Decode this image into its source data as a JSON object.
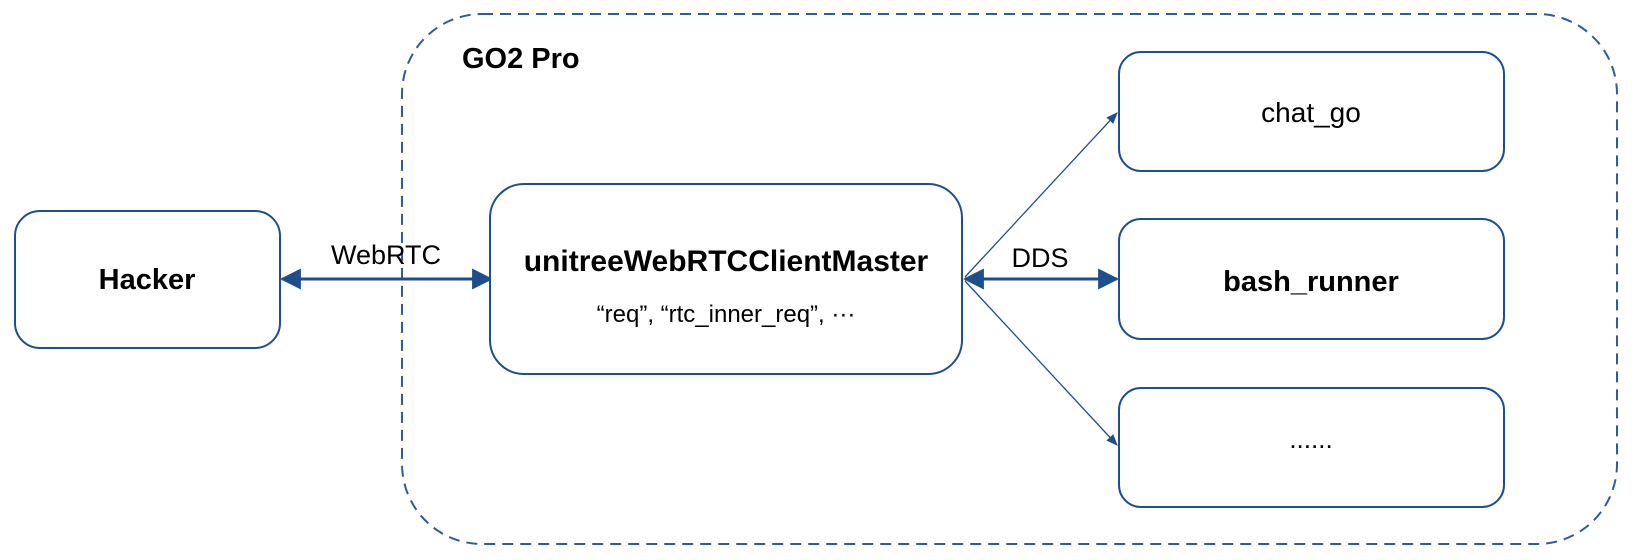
{
  "group": {
    "title": "GO2 Pro"
  },
  "nodes": {
    "hacker": "Hacker",
    "master": {
      "title": "unitreeWebRTCClientMaster",
      "subtitle": "“req”, “rtc_inner_req”, ···"
    },
    "chat_go": "chat_go",
    "bash_runner": "bash_runner",
    "more": "......"
  },
  "edges": {
    "webrtc_label": "WebRTC",
    "dds_label": "DDS"
  },
  "colors": {
    "stroke": "#1f4e8c",
    "group_stroke": "#2f5b96"
  }
}
